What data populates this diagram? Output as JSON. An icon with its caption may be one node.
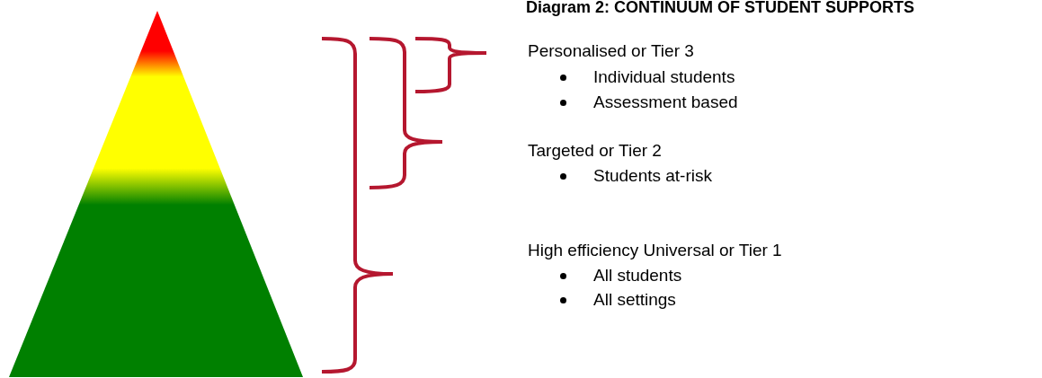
{
  "diagram": {
    "title": "Diagram 2: CONTINUUM OF STUDENT SUPPORTS",
    "labels": [
      "Personalised or Tier 3",
      "Individual students",
      "Assessment based",
      "Targeted or Tier 2",
      "Students at-risk",
      "High efficiency Universal or Tier 1",
      "All students",
      "All settings"
    ]
  }
}
